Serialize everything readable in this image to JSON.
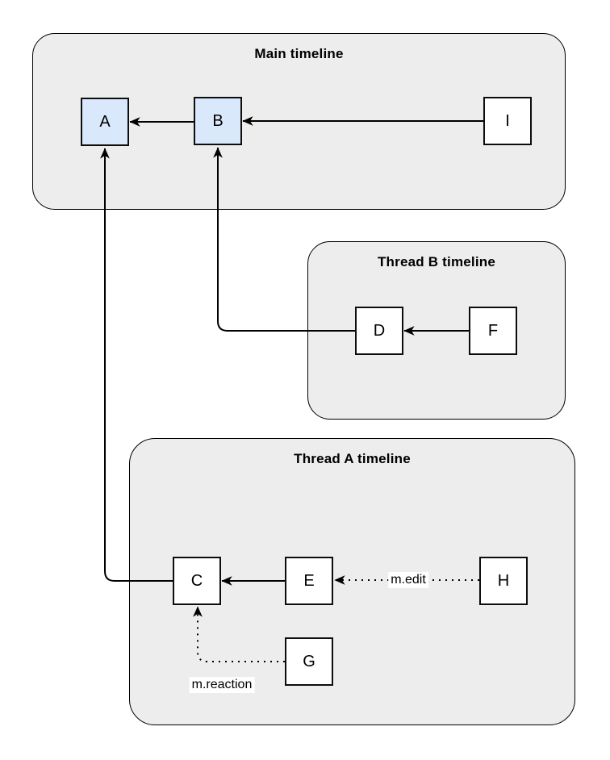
{
  "diagram": {
    "containers": [
      {
        "id": "main",
        "title": "Main timeline"
      },
      {
        "id": "thread-b",
        "title": "Thread B timeline"
      },
      {
        "id": "thread-a",
        "title": "Thread A timeline"
      }
    ],
    "nodes": [
      {
        "id": "A",
        "label": "A",
        "container": "main",
        "highlighted": true
      },
      {
        "id": "B",
        "label": "B",
        "container": "main",
        "highlighted": true
      },
      {
        "id": "I",
        "label": "I",
        "container": "main",
        "highlighted": false
      },
      {
        "id": "D",
        "label": "D",
        "container": "thread-b",
        "highlighted": false
      },
      {
        "id": "F",
        "label": "F",
        "container": "thread-b",
        "highlighted": false
      },
      {
        "id": "C",
        "label": "C",
        "container": "thread-a",
        "highlighted": false
      },
      {
        "id": "E",
        "label": "E",
        "container": "thread-a",
        "highlighted": false
      },
      {
        "id": "H",
        "label": "H",
        "container": "thread-a",
        "highlighted": false
      },
      {
        "id": "G",
        "label": "G",
        "container": "thread-a",
        "highlighted": false
      }
    ],
    "edges": [
      {
        "from": "B",
        "to": "A",
        "style": "solid",
        "label": ""
      },
      {
        "from": "I",
        "to": "B",
        "style": "solid",
        "label": ""
      },
      {
        "from": "F",
        "to": "D",
        "style": "solid",
        "label": ""
      },
      {
        "from": "D",
        "to": "B",
        "style": "solid",
        "label": ""
      },
      {
        "from": "C",
        "to": "A",
        "style": "solid",
        "label": ""
      },
      {
        "from": "E",
        "to": "C",
        "style": "solid",
        "label": ""
      },
      {
        "from": "H",
        "to": "E",
        "style": "dotted",
        "label": "m.edit"
      },
      {
        "from": "G",
        "to": "C",
        "style": "dotted",
        "label": "m.reaction"
      }
    ],
    "colors": {
      "container_fill": "#ededed",
      "container_border": "#000000",
      "node_fill": "#ffffff",
      "node_highlight_fill": "#dae8fc",
      "node_border": "#0d0d0d",
      "edge": "#000000",
      "edge_label_bg": "#ffffff"
    }
  }
}
